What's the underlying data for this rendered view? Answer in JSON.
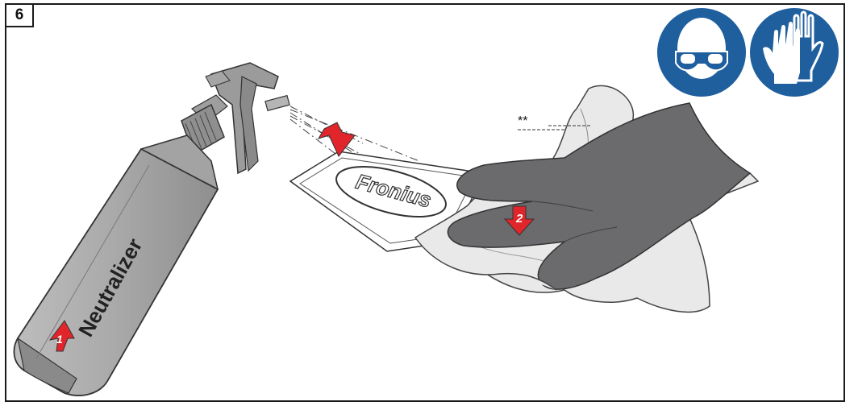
{
  "step_number": "6",
  "bottle_label": "Neutralizer",
  "card_text": "Fronius",
  "footnote_marker": "**",
  "markers": {
    "one": "1",
    "two": "2"
  },
  "icons": [
    "eye-protection-icon",
    "protective-gloves-icon"
  ],
  "colors": {
    "safety_blue": "#1f5f9e",
    "marker_red": "#e0262b",
    "glove_gray": "#6b6b6d",
    "bottle_gray": "#a8a8a8",
    "cloth_light": "#e8e8e8"
  }
}
